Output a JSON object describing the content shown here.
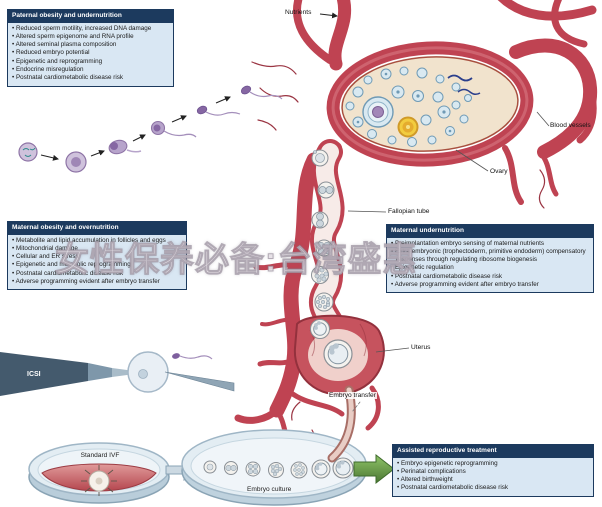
{
  "figure": {
    "watermark": "女性保养必备:台湾盛惠"
  },
  "boxes": {
    "paternal": {
      "title": "Paternal obesity and undernutrition",
      "items": [
        "Reduced sperm motility, increased DNA damage",
        "Altered sperm epigenome and RNA profile",
        "Altered seminal plasma composition",
        "Reduced embryo potential",
        "Epigenetic and reprogramming",
        "Endocrine misregulation",
        "Postnatal cardiometabolic disease risk"
      ]
    },
    "maternal_obesity": {
      "title": "Maternal obesity and overnutrition",
      "items": [
        "Metabolite and lipid accumulation in follicles and eggs",
        "Mitochondrial damage",
        "Cellular and ER stress",
        "Epigenetic and metabolic reprogramming",
        "Postnatal cardiometabolic disease risk",
        "Adverse programming evident after embryo transfer"
      ]
    },
    "maternal_undernutrition": {
      "title": "Maternal undernutrition",
      "items": [
        "Preimplantation embryo sensing of maternal nutrients",
        "Extra-embryonic (trophectoderm, primitive endoderm) compensatory responses through regulating ribosome biogenesis",
        "Epigenetic regulation",
        "Postnatal cardiometabolic disease risk",
        "Adverse programming evident after embryo transfer"
      ]
    },
    "assisted_reproductive": {
      "title": "Assisted reproductive treatment",
      "items": [
        "Embryo epigenetic reprogramming",
        "Perinatal complications",
        "Altered birthweight",
        "Postnatal cardiometabolic disease risk"
      ]
    }
  },
  "labels": {
    "nutrients": "Nutrients",
    "blood_vessels": "Blood vessels",
    "ovary": "Ovary",
    "fallopian_tube": "Fallopian tube",
    "uterus": "Uterus",
    "embryo_transfer": "Embryo transfer",
    "icsi": "ICSI",
    "standard_ivf": "Standard IVF",
    "embryo_culture": "Embryo culture"
  },
  "colors": {
    "vessel_red": "#bf4352",
    "box_header_navy": "#1c3a5e",
    "box_body_blue": "#d9e7f3",
    "green_arrow": "#6da24f",
    "ovary_fill": "#f1e3cd"
  }
}
